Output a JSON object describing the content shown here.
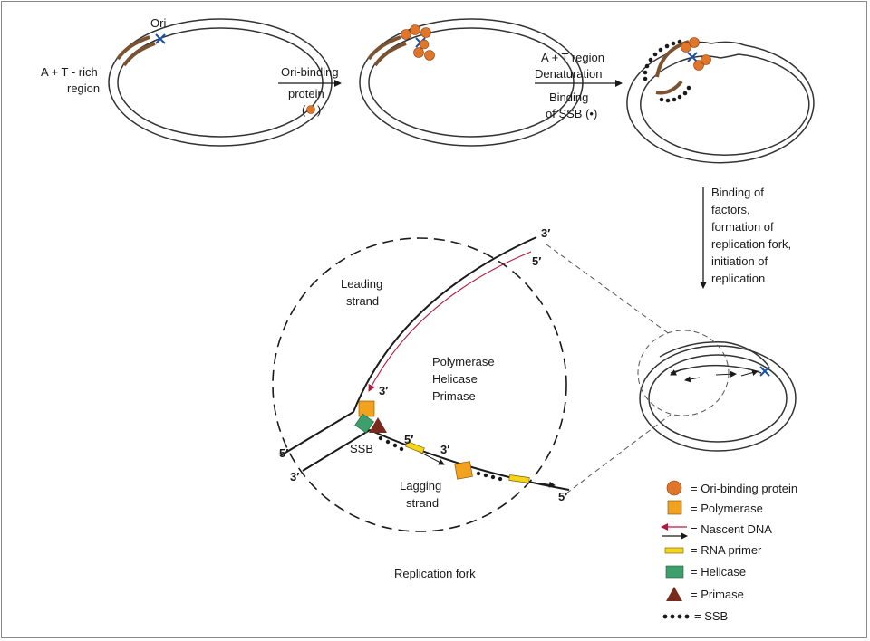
{
  "stage1": {
    "ori_label": "Ori",
    "at_region_label": [
      "A + T - rich",
      "region"
    ]
  },
  "arrow1": {
    "label_top": "Ori-binding",
    "label_bottom": [
      "protein",
      "(",
      ")"
    ]
  },
  "arrow2": {
    "label_top": [
      "A + T region",
      "Denaturation"
    ],
    "label_bottom": [
      "Binding",
      "of SSB (•)"
    ]
  },
  "arrow3": {
    "label": [
      "Binding of",
      "factors,",
      "formation of",
      "replication fork,",
      "initiation of",
      "replication"
    ]
  },
  "fork": {
    "leading_strand": [
      "Leading",
      "strand"
    ],
    "lagging_strand": [
      "Lagging",
      "strand"
    ],
    "enzymes": [
      "Polymerase",
      "Helicase",
      "Primase"
    ],
    "ssb": "SSB",
    "caption": "Replication fork",
    "prime_labels": {
      "top_3": "3′",
      "top_5": "5′",
      "mid_3": "3′",
      "left_5": "5′",
      "left_3": "3′",
      "lag_5": "5′",
      "lag_3": "3′",
      "right_5": "5′"
    }
  },
  "legend": [
    {
      "key": "ori-binding-protein",
      "text": "= Ori-binding protein"
    },
    {
      "key": "polymerase",
      "text": "= Polymerase"
    },
    {
      "key": "nascent-dna",
      "text": "= Nascent DNA"
    },
    {
      "key": "rna-primer",
      "text": "= RNA primer"
    },
    {
      "key": "helicase",
      "text": "= Helicase"
    },
    {
      "key": "primase",
      "text": "= Primase"
    },
    {
      "key": "ssb",
      "text": "= SSB"
    }
  ],
  "colors": {
    "ori_protein": "#e0762a",
    "polymerase": "#f3a21d",
    "nascent_red": "#b3193d",
    "rna_primer": "#f6d417",
    "helicase": "#3d9f6c",
    "primase": "#7a2a1c",
    "at_region": "#7b5330",
    "ori_mark": "#1d4fa6"
  }
}
